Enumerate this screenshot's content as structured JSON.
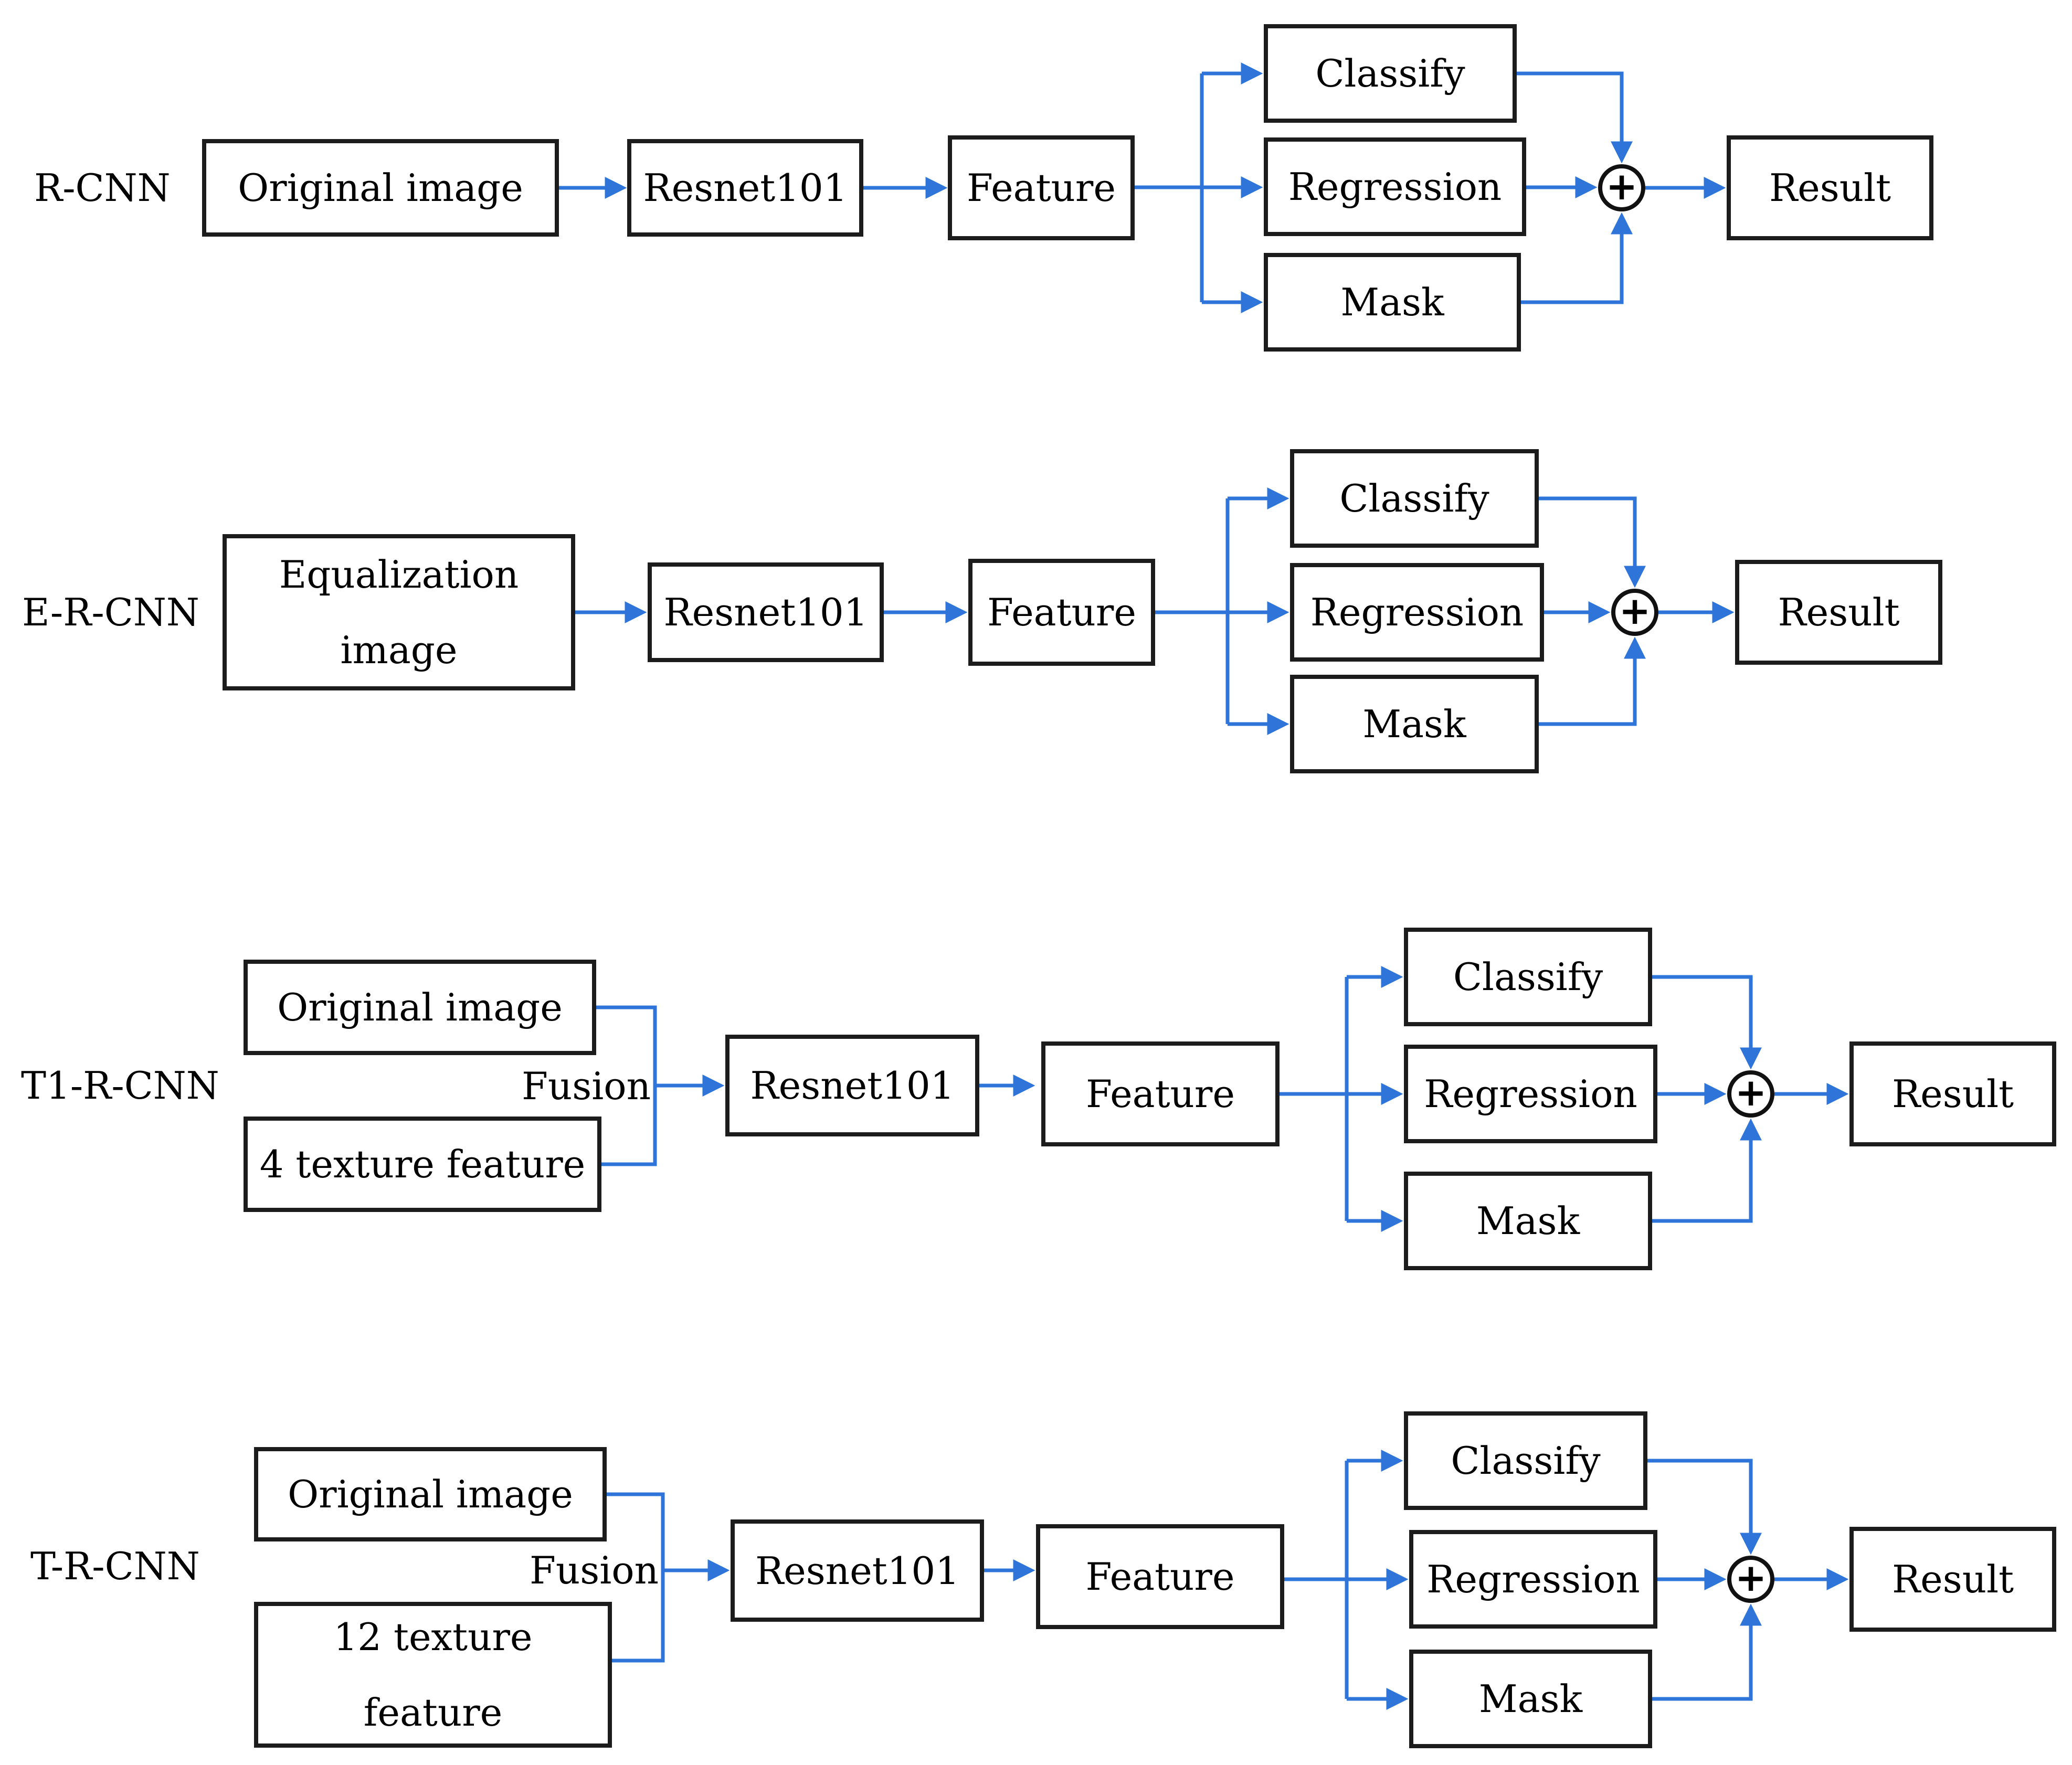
{
  "colors": {
    "arrow_blue": "#2e74d9",
    "box_border": "#1c1c1c",
    "text": "#000000",
    "background": "#ffffff"
  },
  "rows": [
    {
      "label": "R-CNN",
      "input": {
        "box": "Original image"
      },
      "backbone": "Resnet101",
      "feature": "Feature",
      "heads": [
        "Classify",
        "Regression",
        "Mask"
      ],
      "sum_symbol": "+",
      "result": "Result"
    },
    {
      "label": "E-R-CNN",
      "input": {
        "box": "Equalization image"
      },
      "backbone": "Resnet101",
      "feature": "Feature",
      "heads": [
        "Classify",
        "Regression",
        "Mask"
      ],
      "sum_symbol": "+",
      "result": "Result"
    },
    {
      "label": "T1-R-CNN",
      "input": {
        "box_top": "Original image",
        "box_bottom": "4 texture feature",
        "fusion_label": "Fusion"
      },
      "backbone": "Resnet101",
      "feature": "Feature",
      "heads": [
        "Classify",
        "Regression",
        "Mask"
      ],
      "sum_symbol": "+",
      "result": "Result"
    },
    {
      "label": "T-R-CNN",
      "input": {
        "box_top": "Original image",
        "box_bottom": "12 texture feature",
        "fusion_label": "Fusion"
      },
      "backbone": "Resnet101",
      "feature": "Feature",
      "heads": [
        "Classify",
        "Regression",
        "Mask"
      ],
      "sum_symbol": "+",
      "result": "Result"
    }
  ]
}
